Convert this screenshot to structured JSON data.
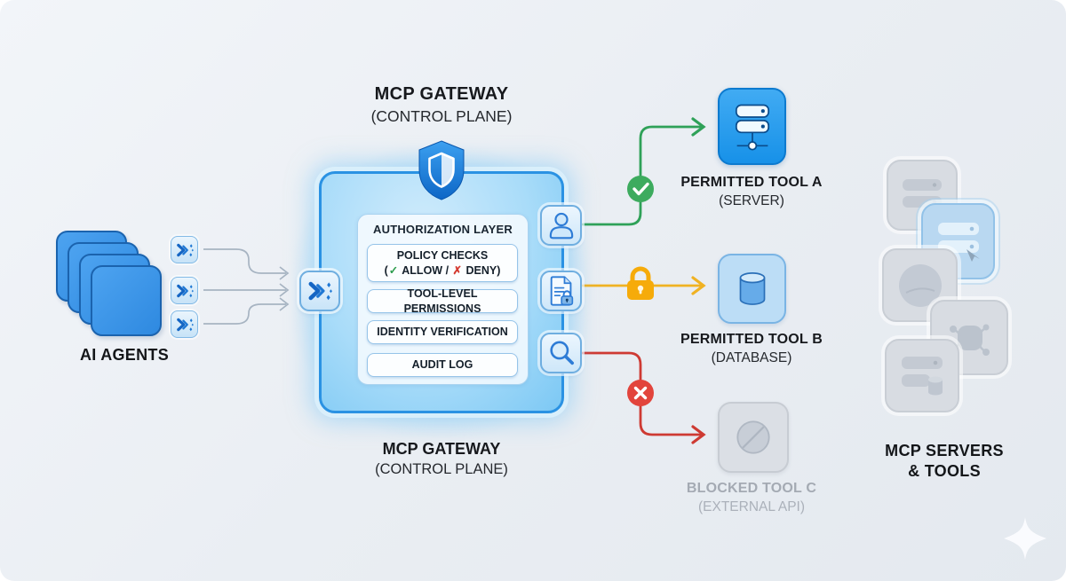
{
  "header": {
    "line1": "MCP GATEWAY",
    "line2": "(CONTROL PLANE)"
  },
  "gateway_caption": {
    "line1": "MCP GATEWAY",
    "line2": "(CONTROL PLANE)"
  },
  "agents": {
    "label": "AI AGENTS",
    "count": 3
  },
  "gateway": {
    "auth_layer_title": "AUTHORIZATION LAYER",
    "policy_box": {
      "line1": "POLICY CHECKS",
      "open": "(",
      "check": "✓",
      "mid": " ALLOW / ",
      "cross": "✗",
      "end": " DENY)"
    },
    "rules": [
      "TOOL-LEVEL PERMISSIONS",
      "IDENTITY VERIFICATION",
      "AUDIT LOG"
    ]
  },
  "tools": [
    {
      "name": "PERMITTED TOOL A",
      "kind": "(SERVER)",
      "status": "allowed"
    },
    {
      "name": "PERMITTED TOOL B",
      "kind": "(DATABASE)",
      "status": "restricted"
    },
    {
      "name": "BLOCKED TOOL C",
      "kind": "(EXTERNAL API)",
      "status": "blocked"
    }
  ],
  "cluster": {
    "line1": "MCP SERVERS",
    "line2": "& TOOLS"
  },
  "badges": {
    "check": "✓",
    "cross": "✕"
  },
  "icons": {
    "gateway_shield": "shield-icon",
    "identity": "user-icon",
    "policy_document": "document-lock-icon",
    "audit": "magnifier-icon",
    "agent": "agent-sparkle-icon",
    "tool_a": "server-icon",
    "tool_b": "database-icon",
    "tool_c": "blocked-circle-icon",
    "brand": "sparkle-icon"
  },
  "colors": {
    "allowed_green": "#34A853",
    "restricted_amber": "#F6AB0A",
    "blocked_red": "#E2443C",
    "gateway_blue": "#2A92E3",
    "tool_blue": "#1791E8"
  }
}
